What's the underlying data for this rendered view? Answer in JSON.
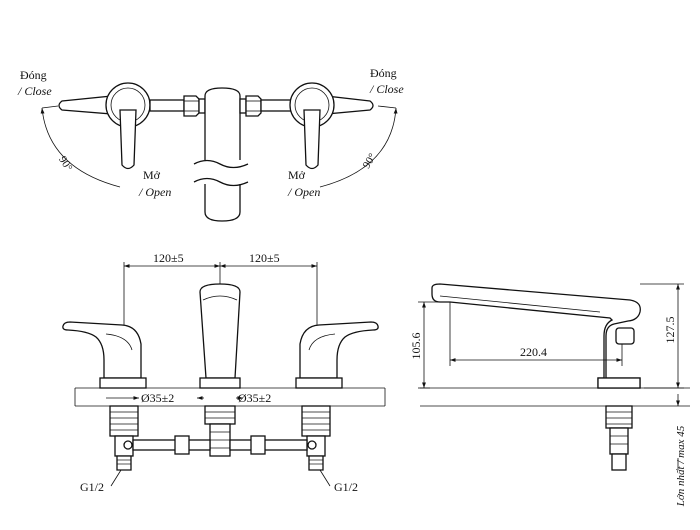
{
  "top_view": {
    "left_close_label": "Đóng",
    "left_close_en": "/ Close",
    "right_close_label": "Đóng",
    "right_close_en": "/ Close",
    "left_open_label": "Mở",
    "left_open_en": "/ Open",
    "right_open_label": "Mở",
    "right_open_en": "/ Open",
    "left_angle": "90°",
    "right_angle": "90°"
  },
  "front_view": {
    "spacing_left": "120±5",
    "spacing_right": "120±5",
    "hole_left": "Ø35±2",
    "hole_right": "Ø35±2",
    "thread_left": "G1/2",
    "thread_right": "G1/2"
  },
  "side_view": {
    "height_spout": "105.6",
    "reach": "220.4",
    "height_total": "127.5",
    "max_deck": "Lớn nhất / max 45"
  }
}
